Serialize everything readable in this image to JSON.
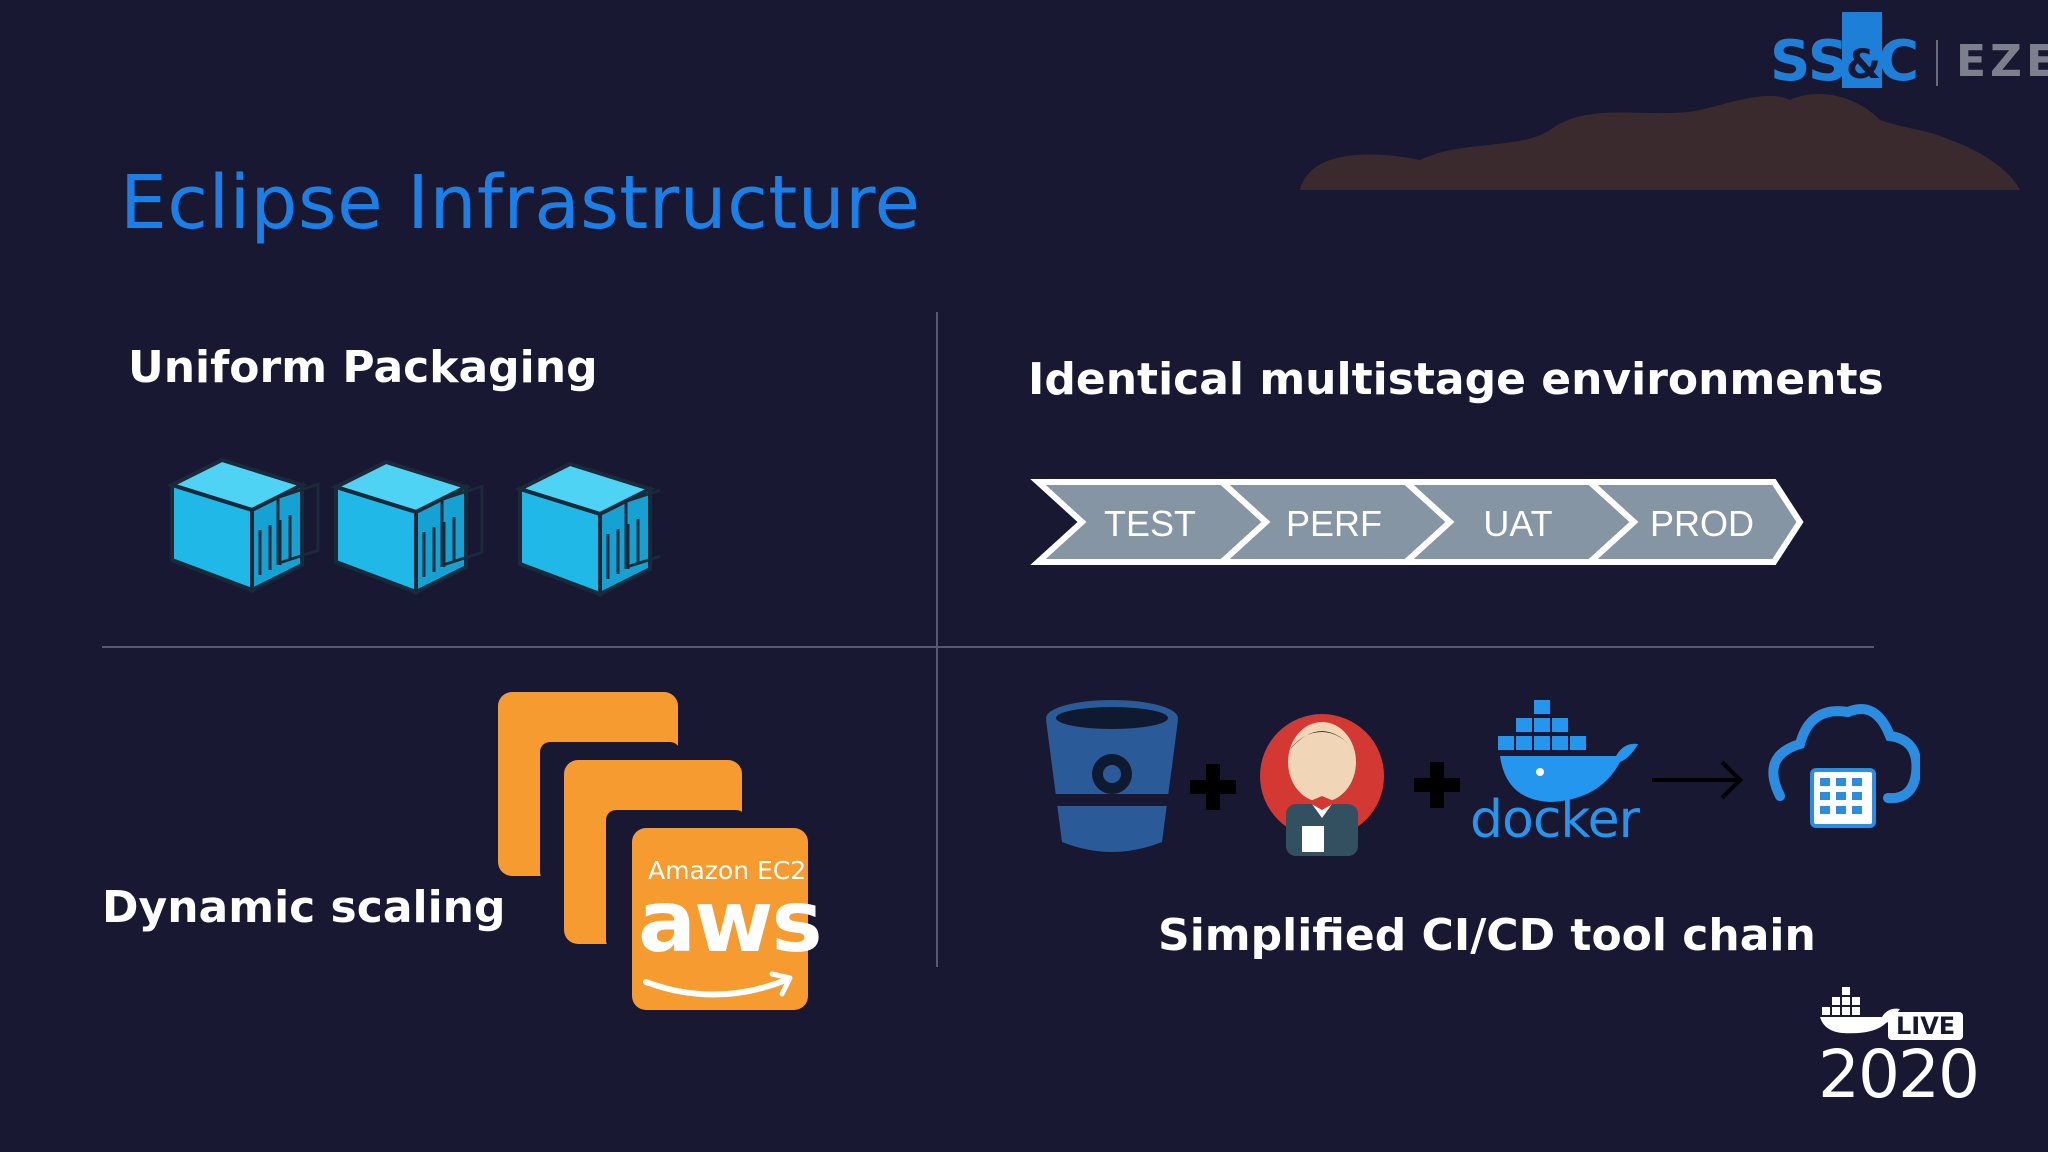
{
  "slide": {
    "title": "Eclipse Infrastructure"
  },
  "branding": {
    "company": "SS&C",
    "company_part1": "SS",
    "company_amp": "&",
    "company_part2": "C",
    "product": "EZE",
    "event_tag": "LIVE",
    "event_year": "2020",
    "colors": {
      "accent": "#1a7fe6",
      "background": "#181832",
      "ssc_blue": "#1e7fd8"
    }
  },
  "quadrants": {
    "top_left": {
      "heading": "Uniform Packaging",
      "icon": "container-icon",
      "count": 3
    },
    "top_right": {
      "heading": "Identical multistage environments",
      "stages": [
        "TEST",
        "PERF",
        "UAT",
        "PROD"
      ]
    },
    "bottom_left": {
      "heading": "Dynamic scaling",
      "ec2_label": "Amazon EC2",
      "aws_label": "aws"
    },
    "bottom_right": {
      "heading": "Simplified CI/CD tool chain",
      "tools": [
        "bitbucket-icon",
        "jenkins-icon",
        "docker-icon",
        "cloud-cluster-icon"
      ],
      "docker_label": "docker"
    }
  }
}
